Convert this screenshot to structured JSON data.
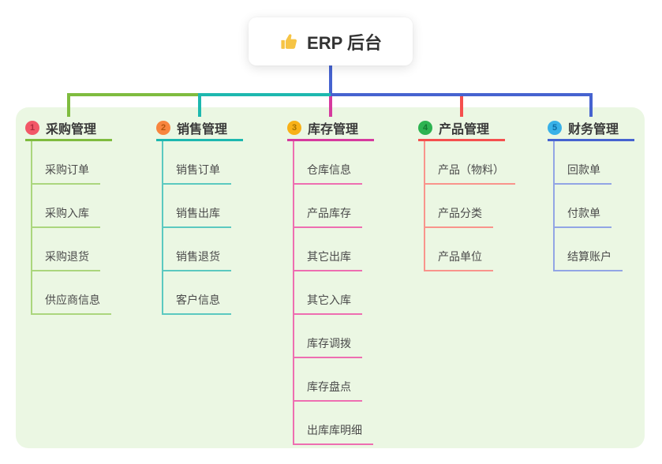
{
  "root": {
    "label": "ERP 后台",
    "icon": "thumbs-up-icon",
    "line_color": "#4663d0"
  },
  "panel": {
    "background": "#ebf7e3"
  },
  "branches": [
    {
      "badge": "1",
      "title": "采购管理",
      "line_color": "#7fbc3f",
      "child_line_color": "#abd67d",
      "badge_bg": "#f25767",
      "badge_color": "#b02a3d",
      "children": [
        "采购订单",
        "采购入库",
        "采购退货",
        "供应商信息"
      ]
    },
    {
      "badge": "2",
      "title": "销售管理",
      "line_color": "#1db8af",
      "child_line_color": "#5bc9c0",
      "badge_bg": "#f8853e",
      "badge_color": "#b5550e",
      "children": [
        "销售订单",
        "销售出库",
        "销售退货",
        "客户信息"
      ]
    },
    {
      "badge": "3",
      "title": "库存管理",
      "line_color": "#d63a9e",
      "child_line_color": "#ee6eb1",
      "badge_bg": "#f8b117",
      "badge_color": "#a87400",
      "children": [
        "仓库信息",
        "产品库存",
        "其它出库",
        "其它入库",
        "库存调拨",
        "库存盘点",
        "出库库明细"
      ]
    },
    {
      "badge": "4",
      "title": "产品管理",
      "line_color": "#f5504e",
      "child_line_color": "#f9948c",
      "badge_bg": "#2db351",
      "badge_color": "#137831",
      "children": [
        "产品（物料）",
        "产品分类",
        "产品单位"
      ]
    },
    {
      "badge": "5",
      "title": "财务管理",
      "line_color": "#4663d0",
      "child_line_color": "#92a5e5",
      "badge_bg": "#38b1e8",
      "badge_color": "#0e6da5",
      "children": [
        "回款单",
        "付款单",
        "结算账户"
      ]
    }
  ]
}
